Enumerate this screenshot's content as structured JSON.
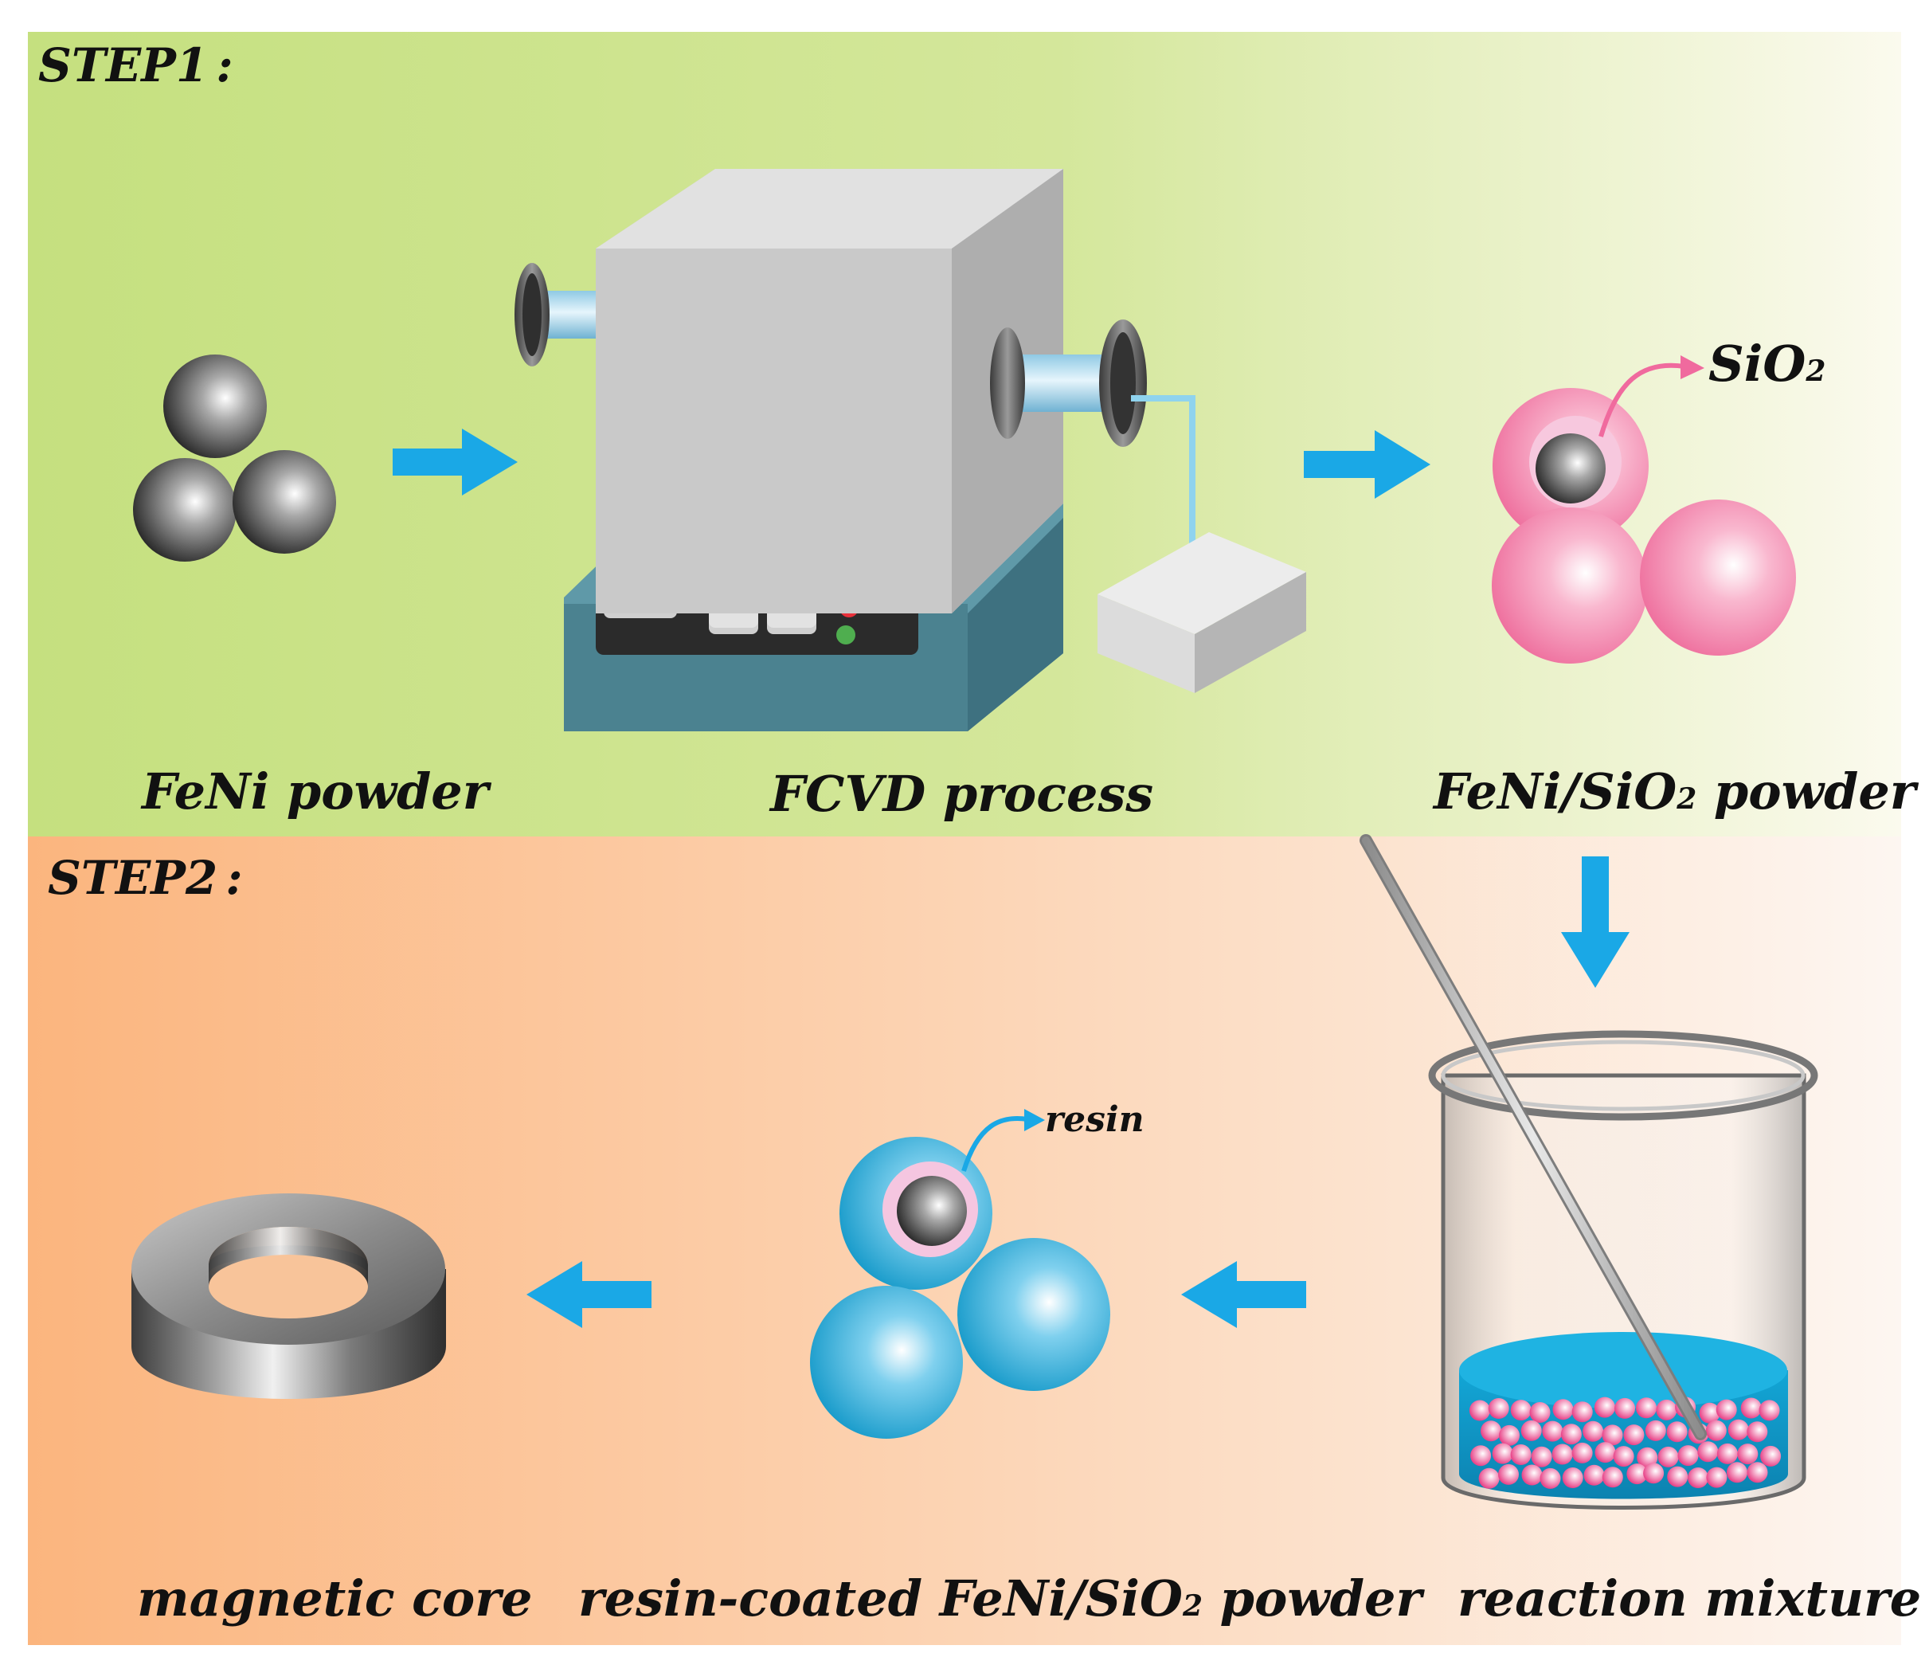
{
  "step1": {
    "title": "STEP1",
    "sep": ":"
  },
  "step2": {
    "title": "STEP2",
    "sep": ":"
  },
  "labels": {
    "feni_powder": "FeNi powder",
    "fcvd_process": "FCVD process",
    "feni_sio2_prefix": "FeNi/SiO",
    "feni_sio2_suffix": " powder",
    "sio2_base": "SiO",
    "sub2": "2",
    "reaction_mixture": "reaction mixture",
    "resin": "resin",
    "resin_coated_prefix": "resin-coated FeNi/SiO",
    "resin_coated_suffix": " powder",
    "magnetic_core": "magnetic core"
  },
  "colors": {
    "step1_bg_start": "#c5e07f",
    "step1_bg_end": "#fbfaee",
    "step2_bg_start": "#fbb57e",
    "step2_bg_end": "#fdf6f1",
    "arrow": "#1aa8e6",
    "sio2_shell": "#f27ba6",
    "resin_shell": "#1aa9d9",
    "furnace_base": "#4b8290",
    "liquid": "#13a6d6"
  },
  "icons": {
    "flow_arrow": "arrow-right-icon",
    "callout": "curved-arrow-icon"
  }
}
